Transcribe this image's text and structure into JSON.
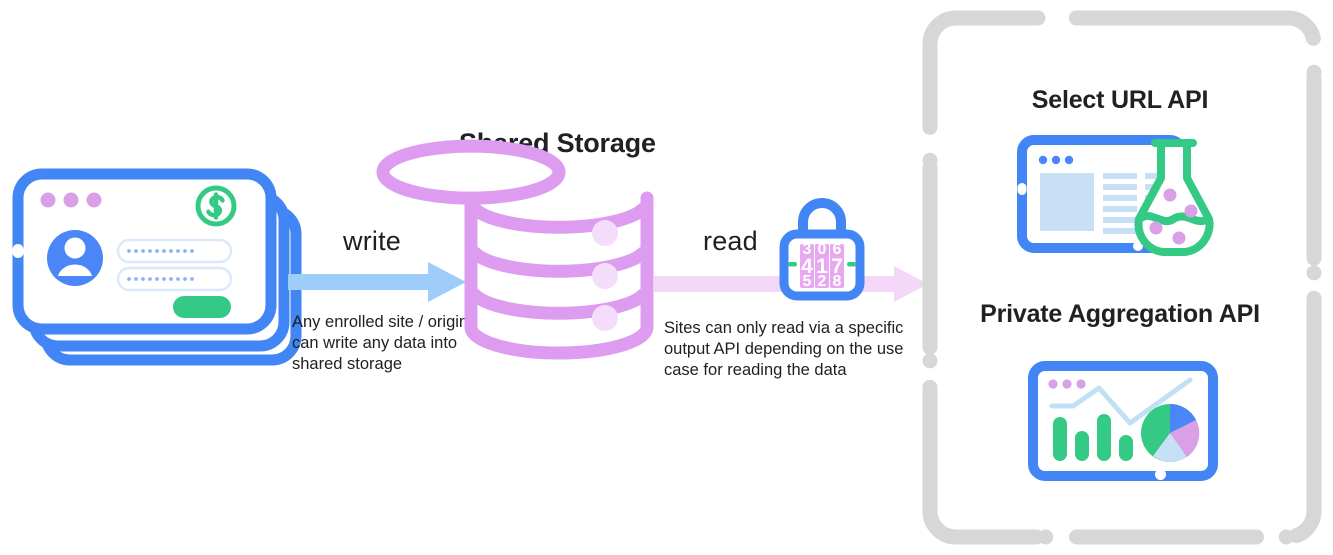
{
  "diagram": {
    "title": "Shared Storage write and read flow",
    "colors": {
      "blue": "#4285f4",
      "blue_light": "#9ecdf9",
      "blue_pale": "#cfe4f9",
      "green": "#34ca85",
      "purple": "#d9a0e8",
      "purple_storage": "#dd9cf0",
      "pink_arrow": "#f2d7f7",
      "grey_border": "#d7d7d7",
      "text": "#1f1f1f"
    },
    "source": {
      "name": "enrolled-sites-cards",
      "card_count": 3,
      "badge_icon": "dollar-circle-icon",
      "window_dots": 3,
      "field_count": 2,
      "submit_button": "green-pill-button"
    },
    "write_flow": {
      "label": "write",
      "caption": "Any enrolled site / origin can write any data into shared storage",
      "arrow_color": "#9ecdf9",
      "direction": "right"
    },
    "storage": {
      "title": "Shared Storage",
      "icon": "database-cylinder-icon",
      "tiers": 3,
      "color": "#dd9cf0"
    },
    "read_flow": {
      "label": "read",
      "caption": "Sites can only read via a specific output API depending on the use case for reading the data",
      "arrow_color": "#f2d7f7",
      "direction": "right",
      "lock": {
        "icon": "combination-lock-icon",
        "digits": [
          "4",
          "1",
          "7"
        ],
        "body_color": "#4285f4",
        "dial_color": "#e8a8f0"
      }
    },
    "output_panel": {
      "border_style": "dashed-rounded",
      "border_color": "#d7d7d7",
      "apis": [
        {
          "title": "Select URL API",
          "icon": "browser-flask-icon",
          "flask_dots": 4
        },
        {
          "title": "Private Aggregation API",
          "icon": "dashboard-charts-icon",
          "bars": [
            4,
            2.6,
            4.3,
            2.3
          ],
          "pie_slices": [
            "green",
            "blue",
            "purple",
            "light-blue"
          ]
        }
      ]
    }
  }
}
